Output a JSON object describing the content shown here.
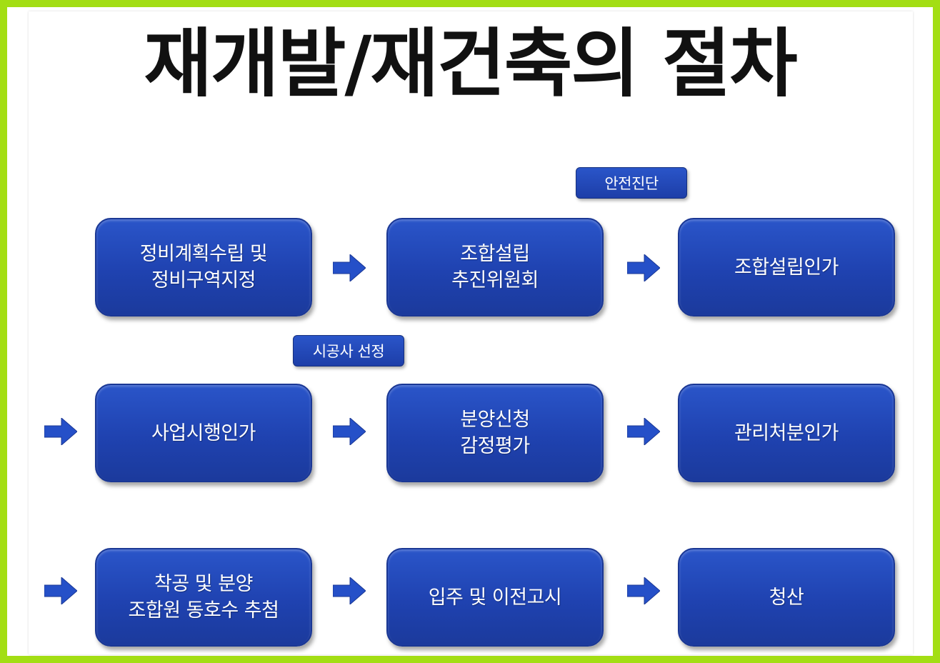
{
  "title": "재개발/재건축의 절차",
  "colors": {
    "box_fill": "#2049b8",
    "arrow_fill": "#2550c8",
    "frame_border": "#a3de14"
  },
  "nodes": [
    {
      "label": "정비계획수립 및\n정비구역지정"
    },
    {
      "label": "조합설립\n추진위원회"
    },
    {
      "label": "조합설립인가"
    },
    {
      "label": "사업시행인가"
    },
    {
      "label": "분양신청\n감정평가"
    },
    {
      "label": "관리처분인가"
    },
    {
      "label": "착공 및 분양\n조합원 동호수 추첨"
    },
    {
      "label": "입주 및 이전고시"
    },
    {
      "label": "청산"
    }
  ],
  "tags": [
    {
      "label": "안전진단"
    },
    {
      "label": "시공사 선정"
    }
  ],
  "arrow_icon": "right-arrow-icon"
}
